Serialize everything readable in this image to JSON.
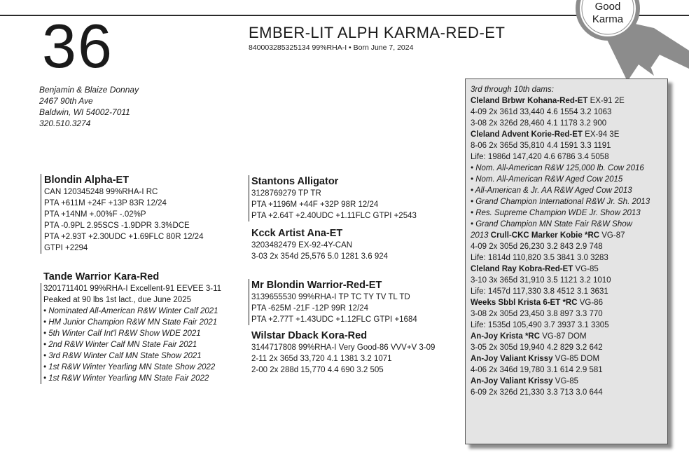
{
  "header": {
    "lot_number": "36",
    "cow_name": "EMBER-LIT ALPH KARMA-RED-ET",
    "subtitle": "840003285325134 99%RHA-I  •  Born June 7, 2024",
    "ribbon_line1": "Good",
    "ribbon_line2": "Karma"
  },
  "owner": {
    "names": "Benjamin & Blaize Donnay",
    "address1": "2467 90th Ave",
    "address2": "Baldwin, WI  54002-7011",
    "phone": "320.510.3274"
  },
  "sire": {
    "name": "Blondin Alpha-ET",
    "lines": [
      "CAN 120345248 99%RHA-I RC",
      "PTA +611M  +24F  +13P  83R  12/24",
      "PTA +14NM  +.00%F  -.02%P",
      "PTA -0.9PL  2.95SCS  -1.9DPR  3.3%DCE",
      "PTA +2.93T  +2.30UDC  +1.69FLC  80R  12/24",
      "GTPI +2294"
    ]
  },
  "dam": {
    "name": "Tande Warrior Kara-Red",
    "lines": [
      "3201711401 99%RHA-I  Excellent-91 EEVEE 3-11",
      " Peaked at 90 lbs 1st lact., due June 2025"
    ],
    "honors": [
      "• Nominated All-American R&W Winter Calf 2021",
      "• HM Junior Champion R&W MN State Fair 2021",
      "• 5th Winter Calf Int'l R&W Show WDE 2021",
      "• 2nd R&W Winter Calf MN State Fair 2021",
      "• 3rd R&W Winter Calf MN State Show 2021",
      "• 1st R&W Winter Yearling MN State Show 2022",
      "• 1st R&W Winter Yearling MN State Fair 2022"
    ]
  },
  "sire_sire": {
    "name": "Stantons Alligator",
    "lines": [
      "3128769279 TP TR",
      "PTA +1196M  +44F  +32P  98R  12/24",
      "PTA +2.64T  +2.40UDC  +1.11FLC  GTPI +2543"
    ]
  },
  "sire_dam": {
    "name": "Kcck Artist Ana-ET",
    "lines": [
      "3203482479 EX-92-4Y-CAN",
      "3-03 2x 354d 25,576 5.0 1281 3.6 924"
    ]
  },
  "dam_sire": {
    "name": "Mr Blondin Warrior-Red-ET",
    "lines": [
      "3139655530 99%RHA-I TP TC TY TV TL TD",
      "PTA -625M  -21F  -12P  99R  12/24",
      "PTA +2.77T  +1.43UDC  +1.12FLC   GTPI +1684"
    ]
  },
  "dam_dam": {
    "name": "Wilstar Dback Kora-Red",
    "lines": [
      "3144717808 99%RHA-I  Very Good-86 VVV+V 3-09",
      " 2-11 2x 365d  33,720  4.1  1381  3.2  1071",
      " 2-00 2x 288d  15,770  4.4  690  3.2  505"
    ]
  },
  "dams_box": {
    "heading": "3rd through 10th dams:",
    "lines": [
      {
        "bold": "Cleland Brbwr Kohana-Red-ET",
        "text": "  EX-91 2E"
      },
      {
        "text": "4-09 2x 361d 33,440 4.6 1554 3.2 1063"
      },
      {
        "text": "3-08 2x 326d 28,460 4.1 1178 3.2 900"
      },
      {
        "bold": "Cleland Advent Korie-Red-ET",
        "text": " EX-94 3E"
      },
      {
        "text": "8-06 2x 365d 35,810 4.4 1591 3.3 1191"
      },
      {
        "text": "Life: 1986d 147,420 4.6 6786 3.4 5058"
      },
      {
        "italic": "• Nom. All-American R&W 125,000 lb. Cow 2016"
      },
      {
        "italic": "• Nom. All-American R&W Aged Cow 2015"
      },
      {
        "italic": "• All-American & Jr. AA R&W Aged Cow 2013"
      },
      {
        "italic": "• Grand Champion International R&W Jr. Sh. 2013"
      },
      {
        "italic": "• Res. Supreme Champion WDE Jr. Show 2013"
      },
      {
        "italic": "• Grand Champion MN State Fair R&W Show"
      },
      {
        "italic": "2013 ",
        "bold": "Crull-CKC Marker Kobie *RC",
        "text": " VG-87"
      },
      {
        "text": "4-09 2x 305d 26,230 3.2 843 2.9 748"
      },
      {
        "text": "Life: 1814d 110,820 3.5 3841 3.0 3283"
      },
      {
        "bold": "Cleland Ray Kobra-Red-ET",
        "text": " VG-85"
      },
      {
        "text": "3-10 3x 365d 31,910 3.5 1121 3.2 1010"
      },
      {
        "text": "Life: 1457d 117,330 3.8 4512 3.1 3631"
      },
      {
        "bold": "Weeks Sbbl Krista 6-ET *RC",
        "text": " VG-86"
      },
      {
        "text": "3-08 2x 305d 23,450 3.8 897 3.3 770"
      },
      {
        "text": "Life: 1535d 105,490 3.7 3937 3.1 3305"
      },
      {
        "bold": "An-Joy Krista *RC",
        "text": " VG-87 DOM"
      },
      {
        "text": "3-05 2x 305d 19,940 4.2 829 3.2 642"
      },
      {
        "bold": "An-Joy Valiant Krissy",
        "text": " VG-85 DOM"
      },
      {
        "text": "4-06 2x 346d 19,780 3.1 614 2.9 581"
      },
      {
        "bold": "An-Joy Valiant Krissy",
        "text": " VG-85"
      },
      {
        "text": "6-09 2x 326d 21,330 3.3 713 3.0 644"
      }
    ]
  },
  "colors": {
    "ribbon_gray": "#8c8c8c",
    "box_bg": "#e4e4e4",
    "text": "#1a1a1a"
  }
}
